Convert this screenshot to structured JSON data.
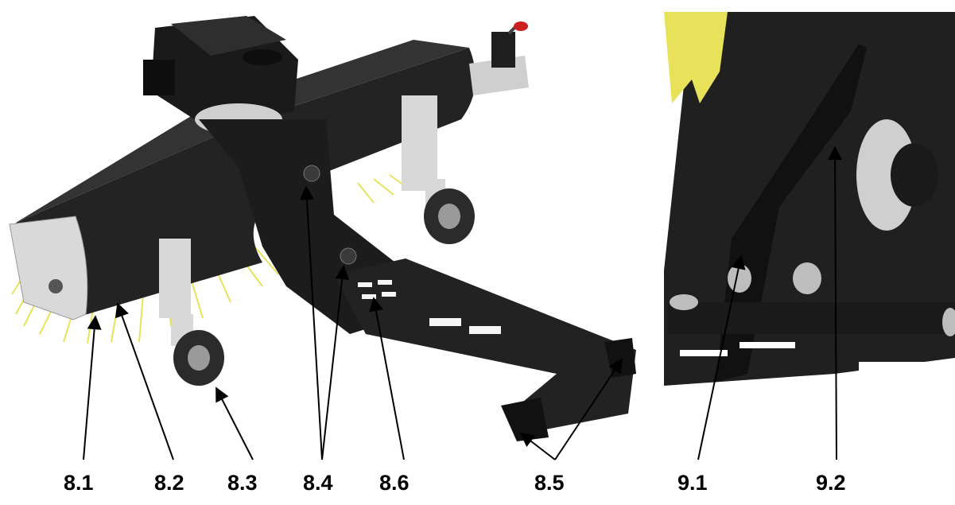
{
  "callouts": [
    {
      "id": "8.1",
      "label": "8.1"
    },
    {
      "id": "8.2",
      "label": "8.2"
    },
    {
      "id": "8.3",
      "label": "8.3"
    },
    {
      "id": "8.4",
      "label": "8.4"
    },
    {
      "id": "8.6",
      "label": "8.6"
    },
    {
      "id": "8.5",
      "label": "8.5"
    },
    {
      "id": "9.1",
      "label": "9.1"
    },
    {
      "id": "9.2",
      "label": "9.2"
    }
  ],
  "colors": {
    "body": "#1f1f1f",
    "body_shade": "#2b2b2b",
    "metal": "#d9d9d9",
    "bristle": "#e8e25a",
    "accent_red": "#cc1f1f"
  }
}
